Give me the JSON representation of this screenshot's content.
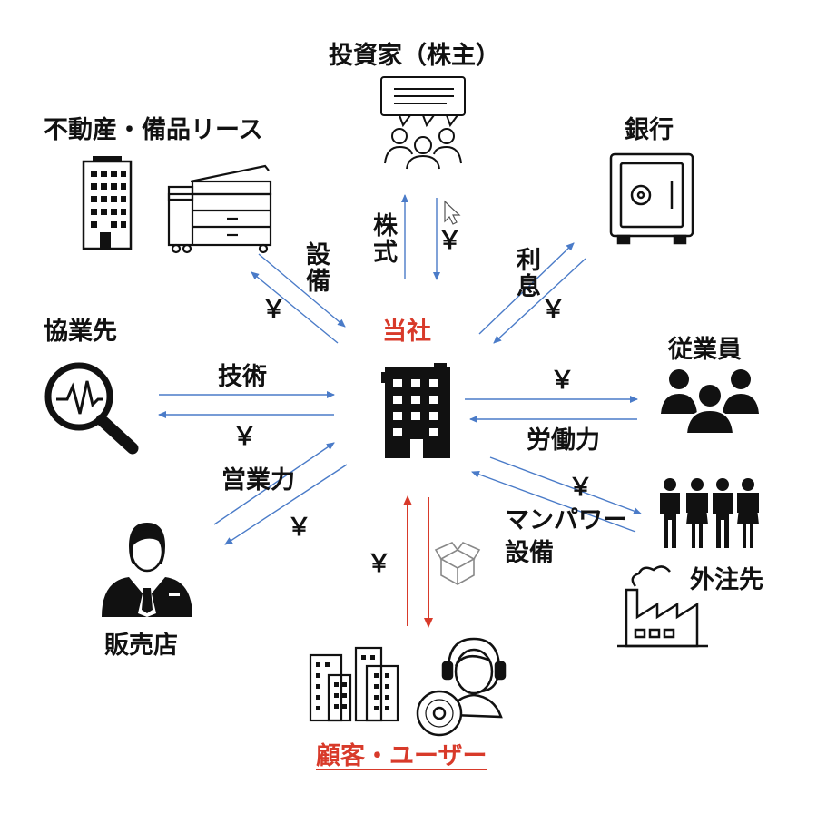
{
  "center": {
    "label": "当社"
  },
  "nodes": {
    "investor": "投資家（株主）",
    "realestate": "不動産・備品リース",
    "bank": "銀行",
    "partner": "協業先",
    "employee": "従業員",
    "outsource": "外注先",
    "retailer": "販売店",
    "customer": "顧客・ユーザー"
  },
  "flows": {
    "stock": "株式",
    "equipment": "設備",
    "interest": "利息",
    "technology": "技術",
    "labor": "労働力",
    "sales_power": "営業力",
    "manpower": "マンパワー",
    "manpower_equipment": "設備"
  },
  "currency_symbol": "￥",
  "colors": {
    "accent": "#d83a2a",
    "arrow": "#4a7bc8",
    "icon": "#111111"
  },
  "icons": [
    "presentation-icon",
    "people-group-icon",
    "office-building-icon",
    "copier-icon",
    "safe-icon",
    "magnifier-waveform-icon",
    "employee-group-icon",
    "workers-icon",
    "factory-icon",
    "businessman-icon",
    "city-buildings-icon",
    "support-agent-icon",
    "cd-icon",
    "package-icon",
    "cursor-icon"
  ]
}
